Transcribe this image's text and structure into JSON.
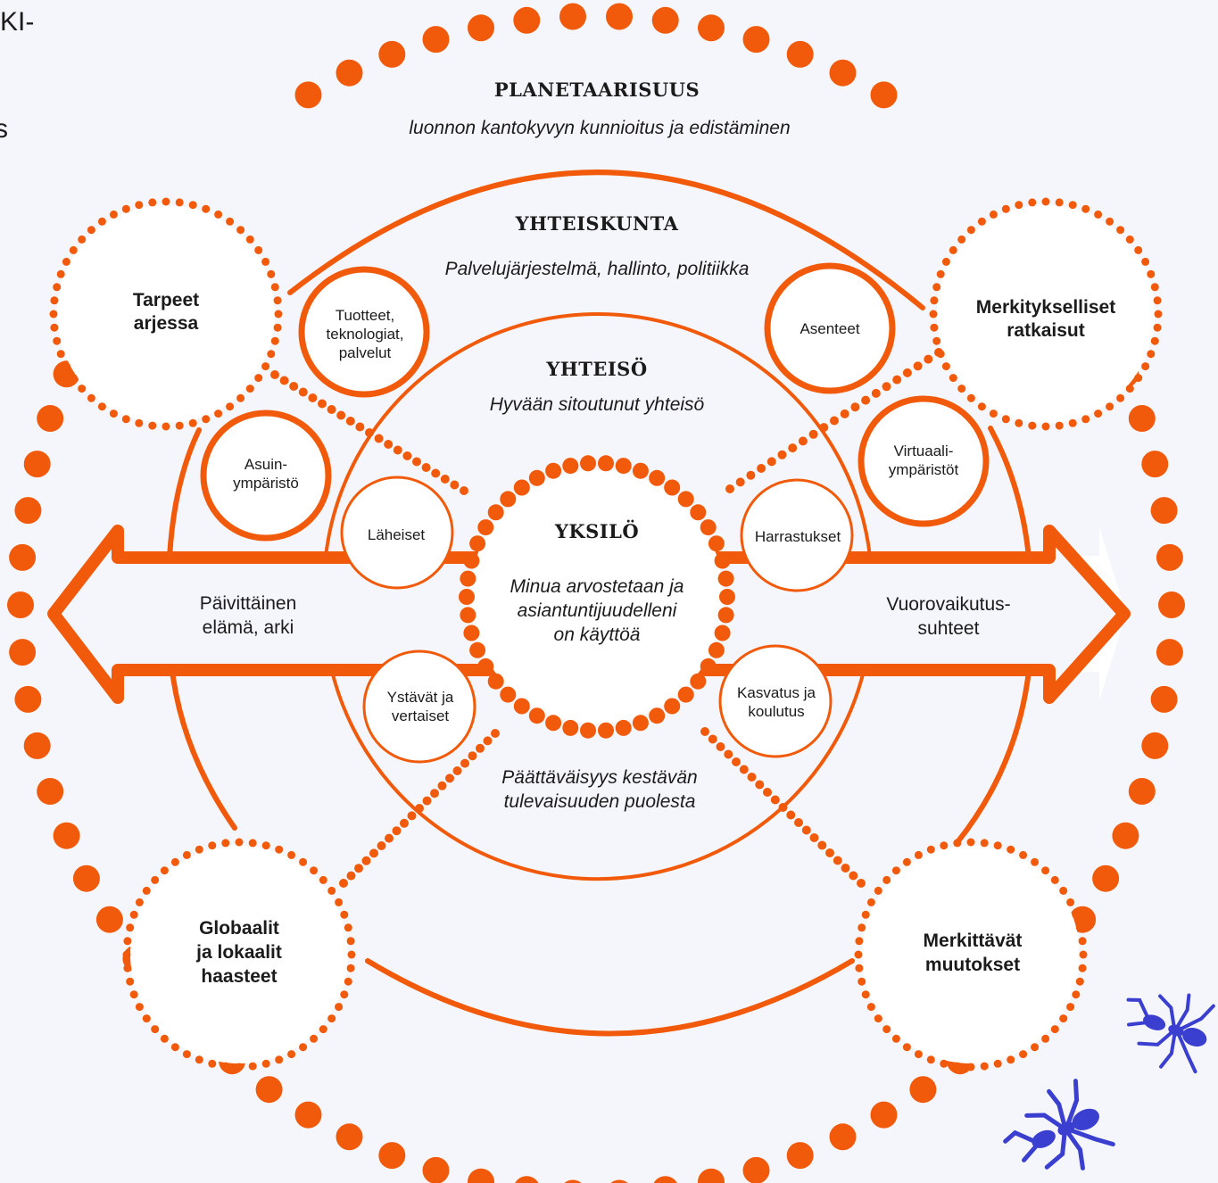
{
  "colors": {
    "accent": "#f15a0a",
    "background": "#f5f6fb",
    "ant": "#3b3fd0",
    "text": "#1b1b1b"
  },
  "corner_fragments": {
    "top": "KI-",
    "second": "s"
  },
  "planetaarisuus": {
    "title": "PLANETAARISUUS",
    "subtitle": "luonnon kantokyvyn kunnioitus ja edistäminen"
  },
  "yhteiskunta": {
    "title": "YHTEISKUNTA",
    "subtitle": "Palvelujärjestelmä, hallinto, politiikka"
  },
  "yhteiso": {
    "title": "YHTEISÖ",
    "subtitle": "Hyvään sitoutunut yhteisö"
  },
  "yksilo": {
    "title": "YKSILÖ",
    "lines": [
      "Minua arvostetaan ja",
      "asiantuntijuudelleni",
      "on käyttöä"
    ]
  },
  "bottom_text": [
    "Päättäväisyys kestävän",
    "tulevaisuuden puolesta"
  ],
  "arrow": {
    "left": [
      "Päivittäinen",
      "elämä, arki"
    ],
    "right": [
      "Vuorovaikutus-",
      "suhteet"
    ]
  },
  "corner_nodes": {
    "top_left": [
      "Tarpeet",
      "arjessa"
    ],
    "top_right": [
      "Merkitykselliset",
      "ratkaisut"
    ],
    "bottom_left": [
      "Globaalit",
      "ja lokaalit",
      "haasteet"
    ],
    "bottom_right": [
      "Merkittävät",
      "muutokset"
    ]
  },
  "small_nodes": {
    "tuotteet": [
      "Tuotteet,",
      "teknologiat,",
      "palvelut"
    ],
    "asenteet": [
      "Asenteet"
    ],
    "asuin": [
      "Asuin-",
      "ympäristö"
    ],
    "virtuaali": [
      "Virtuaali-",
      "ympäristöt"
    ],
    "laheiset": [
      "Läheiset"
    ],
    "harrastukset": [
      "Harrastukset"
    ],
    "ystavat": [
      "Ystävät ja",
      "vertaiset"
    ],
    "kasvatus": [
      "Kasvatus ja",
      "koulutus"
    ]
  }
}
